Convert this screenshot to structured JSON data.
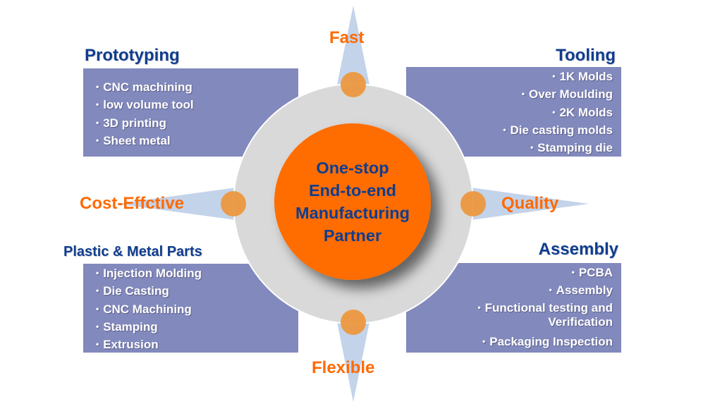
{
  "center": {
    "lines": [
      "One-stop",
      "End-to-end",
      "Manufacturing",
      "Partner"
    ]
  },
  "attributes": {
    "top": "Fast",
    "bottom": "Flexible",
    "left": "Cost-Effctive",
    "right": "Quality"
  },
  "categories": {
    "prototyping": {
      "title": "Prototyping",
      "items": [
        "CNC machining",
        "low volume tool",
        "3D printing",
        "Sheet metal"
      ]
    },
    "tooling": {
      "title": "Tooling",
      "items": [
        "1K Molds",
        "Over Moulding",
        "2K Molds",
        "Die casting molds",
        "Stamping die"
      ]
    },
    "plastic_metal": {
      "title": "Plastic & Metal Parts",
      "items": [
        "Injection Molding",
        "Die Casting",
        "CNC Machining",
        "Stamping",
        "Extrusion"
      ]
    },
    "assembly": {
      "title": "Assembly",
      "items": [
        "PCBA",
        "Assembly",
        "Functional testing and",
        "Verification",
        "Packaging Inspection"
      ]
    }
  },
  "bullet": "•",
  "colors": {
    "heading_blue": "#0f3d8f",
    "box_purple": "#8289bd",
    "attribute_orange": "#ff6a00",
    "core_orange": "#ff6d00",
    "ring_gray": "#d9d9d9",
    "node_orange": "#ec9840",
    "pointer_blue": "#c3d3ea"
  }
}
